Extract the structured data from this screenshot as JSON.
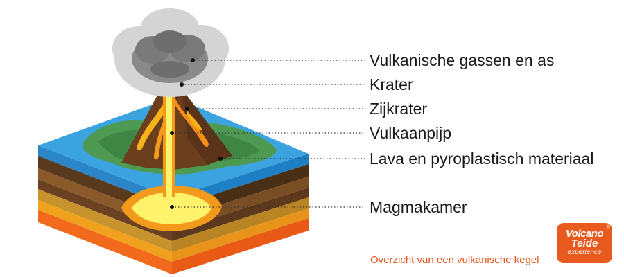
{
  "diagram": {
    "labels": [
      {
        "id": "gases",
        "text": "Vulkanische gassen en as",
        "color": "#1a1a1a"
      },
      {
        "id": "crater",
        "text": "Krater",
        "color": "#1a1a1a"
      },
      {
        "id": "side-crater",
        "text": "Zijkrater",
        "color": "#1a1a1a"
      },
      {
        "id": "conduit",
        "text": "Vulkaanpijp",
        "color": "#1a1a1a"
      },
      {
        "id": "lava",
        "text": "Lava en pyroplastisch materiaal",
        "color": "#1a1a1a"
      },
      {
        "id": "magma-chamber",
        "text": "Magmakamer",
        "color": "#1a1a1a"
      }
    ],
    "caption": "Overzicht van een vulkanische kegel",
    "colors": {
      "ocean_top": "#3aa3e0",
      "ocean_side": "#1f7fc4",
      "land": "#4e9a52",
      "cone": "#6b3e1e",
      "lava": "#f7b21a",
      "magma_core": "#fff36b",
      "ash": "#6e6e6e",
      "accent": "#e8551e"
    }
  },
  "logo": {
    "line1": "Volcano",
    "line2": "Teide",
    "line3": "experience",
    "registered": "®",
    "background": "#e85a1d"
  }
}
